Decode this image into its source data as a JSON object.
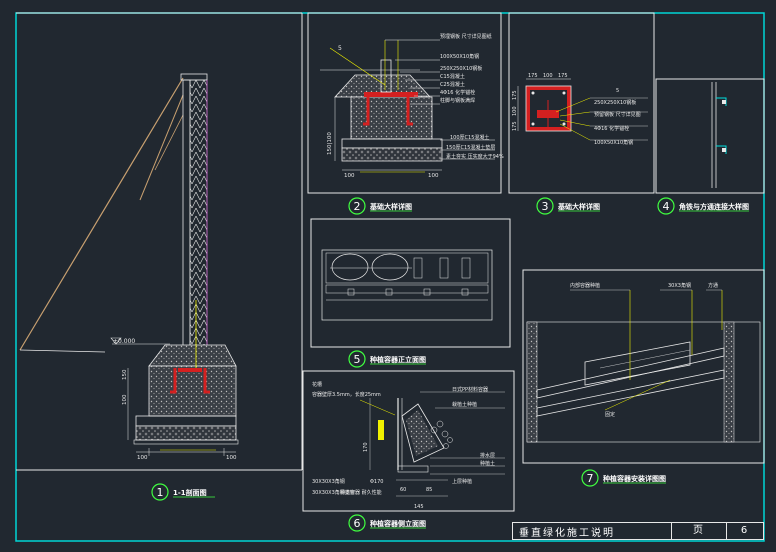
{
  "colors": {
    "background": "#212830",
    "frame": "#00d6d6",
    "line": "#e8e8e8",
    "yellow": "#f0f000",
    "red": "#d42020",
    "green": "#40ff40",
    "tan": "#c8a070",
    "cyan": "#00e0e0",
    "magenta": "#d040d0"
  },
  "title_block": {
    "title": "垂直绿化施工说明",
    "page_label": "页",
    "page_number": "6"
  },
  "views": [
    {
      "num": "1",
      "label": "1-1剖面图"
    },
    {
      "num": "2",
      "label": "基础大样详图"
    },
    {
      "num": "3",
      "label": "基础大样详图"
    },
    {
      "num": "4",
      "label": "角铁与方通连接大样图"
    },
    {
      "num": "5",
      "label": "种植容器正立面图"
    },
    {
      "num": "6",
      "label": "种植容器侧立面图"
    },
    {
      "num": "7",
      "label": "种植容器安装详图图"
    }
  ],
  "v1": {
    "elevation": "±0.000",
    "dim_1": "150",
    "dim_2": "100",
    "dim_bottom_1": "100",
    "dim_bottom_2": "100"
  },
  "v2": {
    "callout": "5",
    "notes": [
      "预埋钢板 尺寸详见图纸",
      "100X50X10角钢",
      "250X250X10钢板",
      "C15混凝土",
      "C25混凝土",
      "4Φ16 化学锚栓",
      "柱脚与钢板满焊",
      "100厚C15混凝土",
      "150厚C15混凝土垫层",
      "素土夯实 压实度大于94%"
    ],
    "dim_left": "150|100",
    "dim_b1": "100",
    "dim_b2": "100"
  },
  "v3": {
    "dims_top": [
      "175",
      "100",
      "175"
    ],
    "dims_left": [
      "175",
      "100",
      "175"
    ],
    "callout": "5",
    "notes": [
      "250X250X10钢板",
      "预留钢板 尺寸详见图",
      "4Φ16 化学锚栓",
      "100X50X10角钢"
    ]
  },
  "v6": {
    "notes": [
      "花槽",
      "容器壁厚3.5mm，长度25mm",
      "日式PP材料容器",
      "栽植土种植",
      "30X30X3角钢",
      "Φ170",
      "排水层",
      "种植土",
      "上层种植",
      "60",
      "85",
      "145",
      "170",
      "30X30X3角钢支架",
      "种植容器 耐久性能"
    ]
  },
  "v7": {
    "notes": [
      "内部容器种植",
      "30X3角钢",
      "方通",
      "固定"
    ]
  }
}
